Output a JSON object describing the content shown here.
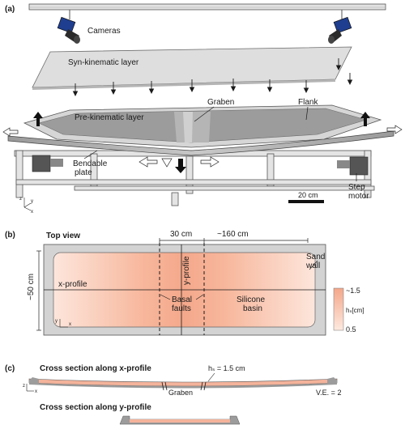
{
  "panel_a": {
    "tag": "(a)",
    "cameras": "Cameras",
    "syn_layer": "Syn-kinematic layer",
    "pre_layer": "Pre-kinematic layer",
    "graben": "Graben",
    "flank": "Flank",
    "bendable_plate": [
      "Bendable",
      "plate"
    ],
    "step_motor": [
      "Step",
      "motor"
    ],
    "scale": "20 cm",
    "axes": {
      "z": "z",
      "y": "y",
      "x": "x"
    }
  },
  "panel_b": {
    "tag": "(b)",
    "title": "Top view",
    "width_center": "30 cm",
    "width_flank": "~160 cm",
    "height": "~50 cm",
    "sand_wall": [
      "Sand",
      "wall"
    ],
    "x_profile": "x-profile",
    "y_profile": "y-profile",
    "basal_faults": [
      "Basal",
      "faults"
    ],
    "silicone_basin": [
      "Silicone",
      "basin"
    ],
    "legend": {
      "top": "~1.5",
      "mid": "hₛ[cm]",
      "bottom": "0.5",
      "gradient_colors": [
        "#f4a78a",
        "#fde9df"
      ]
    },
    "axes": {
      "y": "y",
      "x": "x"
    }
  },
  "panel_c": {
    "tag": "(c)",
    "title_x": "Cross section along x-profile",
    "title_y": "Cross section along y-profile",
    "hs": "hₛ = 1.5 cm",
    "graben": "Graben",
    "ve": "V.E. = 2",
    "axes": {
      "z": "z",
      "x": "x"
    }
  },
  "colors": {
    "basin_fill": "#f7b79c",
    "basin_edge": "#fde7dd",
    "wall": "#d4d4d4",
    "camera_blue": "#1f3e8f"
  }
}
